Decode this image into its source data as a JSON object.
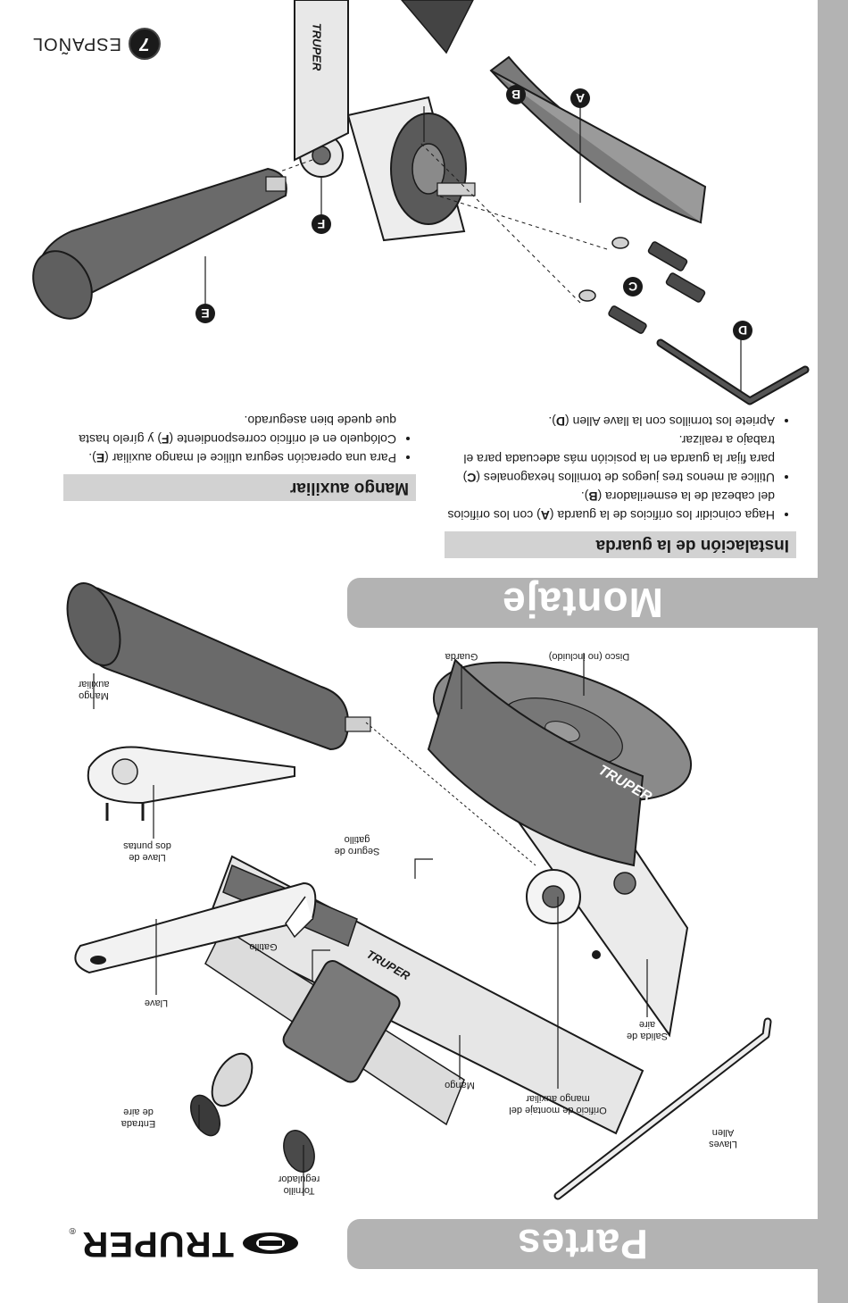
{
  "brand": {
    "logo_text": "TRUPER",
    "registered_mark": "®",
    "accent_gray": "#b3b3b3",
    "dark": "#1a1a1a"
  },
  "footer": {
    "language": "ESPAÑOL",
    "page_number": "7"
  },
  "partes": {
    "title": "Partes",
    "labels": {
      "llaves_allen": "Llaves Allen",
      "tornillo_regulador": "Tornillo regulador",
      "entrada_de_aire": "Entrada de aire",
      "mango": "Mango",
      "orificio_de_montaje": "Orificio de montaje del mango auxiliar",
      "salida_de_aire": "Salida de aire",
      "llave": "Llave",
      "gatillo": "Gatillo",
      "llave_de_dos_puntas": "Llave de dos puntas",
      "seguro_de_gatillo": "Seguro de gatillo",
      "mango_auxiliar": "Mango auxiliar",
      "guarda": "Guarda",
      "disco": "Disco (no incluido)",
      "disc_brand": "TRUPER",
      "body_brand": "TRUPER"
    }
  },
  "montaje": {
    "title": "Montaje",
    "guarda_section": {
      "heading": "Instalación de la guarda",
      "bullets": [
        {
          "text_before": "Haga coincidir los orificios de la guarda (",
          "key": "A",
          "text_mid": ") con los orificios del cabezal de la esmeriladora (",
          "key2": "B",
          "text_after": ")."
        },
        {
          "text_before": "Utilice al menos tres juegos de tornillos hexagonales (",
          "key": "C",
          "text_mid": ") para fijar la guarda en la posición más adecuada para el trabajo a realizar.",
          "key2": "",
          "text_after": ""
        },
        {
          "text_before": "Apriete los tornillos con la llave Allen (",
          "key": "D",
          "text_mid": ").",
          "key2": "",
          "text_after": ""
        }
      ]
    },
    "mango_section": {
      "heading": "Mango auxiliar",
      "bullets": [
        {
          "text_before": "Para una operación segura utilice el mango auxiliar (",
          "key": "E",
          "text_mid": ").",
          "key2": "",
          "text_after": ""
        },
        {
          "text_before": "Colóquelo en el orificio correspondiente (",
          "key": "F",
          "text_mid": ") y gírelo hasta que quede bien asegurado.",
          "key2": "",
          "text_after": ""
        }
      ]
    },
    "callouts": {
      "a": "A",
      "b": "B",
      "c": "C",
      "d": "D",
      "e": "E",
      "f": "F"
    },
    "body_brand": "TRUPER"
  }
}
